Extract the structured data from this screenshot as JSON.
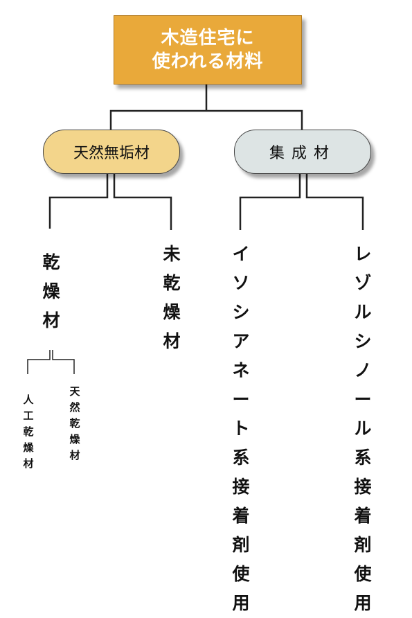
{
  "root": {
    "line1": "木造住宅に",
    "line2": "使われる材料"
  },
  "categories": [
    {
      "label": "天然無垢材",
      "color": "#f3d58b"
    },
    {
      "label": "集成材",
      "color": "#dde4e4"
    }
  ],
  "leaves": {
    "dried": "乾燥材",
    "undried": "未乾燥材",
    "isocyanate": "イソシアネート系接着剤使用",
    "resorcinol": "レゾルシノール系接着剤使用",
    "artificial_dry": "人工乾燥材",
    "natural_dry": "天然乾燥材"
  },
  "colors": {
    "root_fill": "#e9a93a",
    "line": "#222222"
  }
}
